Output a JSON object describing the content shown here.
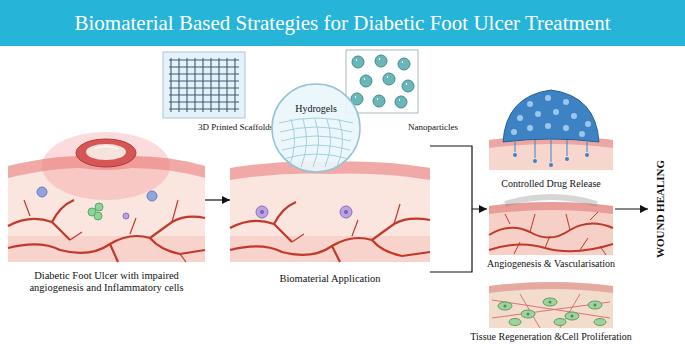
{
  "diagram": {
    "title": "Biomaterial Based Strategies for Diabetic Foot Ulcer Treatment",
    "nodes": [
      {
        "text": [
          "Diabetic Foot Ulcer with impaired angiogenesis and Inflammatory cells"
        ]
      },
      {
        "text": [
          "Biomaterial Application"
        ]
      },
      {
        "text": [
          "3D Printed Scaffolds"
        ]
      },
      {
        "text": [
          "Hydrogels"
        ]
      },
      {
        "text": [
          "Nanoparticles"
        ]
      },
      {
        "text": [
          "Controlled Drug Release"
        ]
      },
      {
        "text": [
          "Angiogenesis & Vascularisation"
        ]
      },
      {
        "text": [
          "Tissue Regeneration &Cell Proliferation"
        ]
      },
      {
        "text": [
          "WOUND HEALING"
        ]
      }
    ],
    "edges": [
      {
        "from": 0,
        "to": 1,
        "arrow": "to"
      },
      {
        "from": 1,
        "to": 6,
        "arrow": "to"
      },
      {
        "from": 6,
        "to": 8,
        "arrow": "to"
      }
    ]
  }
}
